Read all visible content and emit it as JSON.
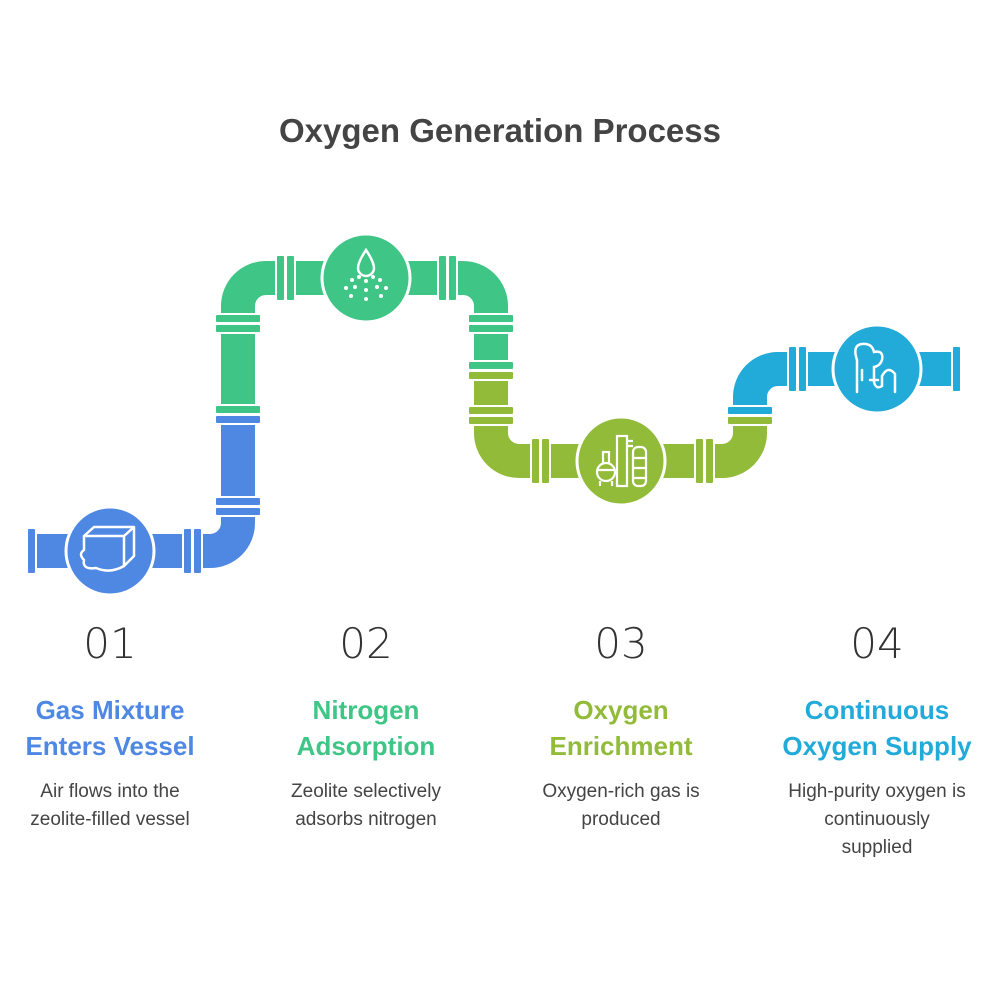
{
  "title": "Oxygen Generation Process",
  "colors": {
    "blue": "#4f88e3",
    "green": "#3fc585",
    "lime": "#93bb3a",
    "cyan": "#22aad9"
  },
  "steps": [
    {
      "number": "01",
      "title": [
        "Gas Mixture",
        "Enters Vessel"
      ],
      "description": [
        "Air flows into the",
        "zeolite-filled vessel"
      ],
      "icon": "vessel-icon",
      "color": "#4f88e3"
    },
    {
      "number": "02",
      "title": [
        "Nitrogen",
        "Adsorption"
      ],
      "description": [
        "Zeolite selectively",
        "adsorbs nitrogen"
      ],
      "icon": "droplet-spray-icon",
      "color": "#3fc585"
    },
    {
      "number": "03",
      "title": [
        "Oxygen",
        "Enrichment"
      ],
      "description": [
        "Oxygen-rich gas is",
        "produced"
      ],
      "icon": "refinery-icon",
      "color": "#93bb3a"
    },
    {
      "number": "04",
      "title": [
        "Continuous",
        "Oxygen Supply"
      ],
      "description": [
        "High-purity oxygen is",
        "continuously",
        "supplied"
      ],
      "icon": "lungs-tube-icon",
      "color": "#22aad9"
    }
  ]
}
